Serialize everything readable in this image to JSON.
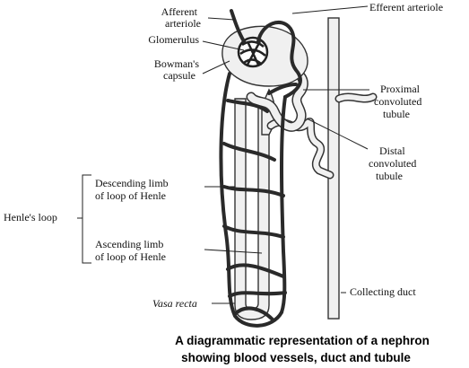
{
  "labels": {
    "afferent_1": "Afferent",
    "afferent_2": "arteriole",
    "efferent": "Efferent arteriole",
    "glomerulus": "Glomerulus",
    "bowmans_1": "Bowman's",
    "bowmans_2": "capsule",
    "proximal_1": "Proximal",
    "proximal_2": "convoluted",
    "proximal_3": "tubule",
    "distal_1": "Distal",
    "distal_2": "convoluted",
    "distal_3": "tubule",
    "descending_1": "Descending limb",
    "descending_2": "of loop of Henle",
    "henles_loop": "Henle's loop",
    "ascending_1": "Ascending limb",
    "ascending_2": "of loop of Henle",
    "vasa_recta": "Vasa recta",
    "collecting_duct": "Collecting duct"
  },
  "caption": {
    "line1": "A diagrammatic representation of a nephron",
    "line2": "showing blood vessels, duct and tubule"
  }
}
